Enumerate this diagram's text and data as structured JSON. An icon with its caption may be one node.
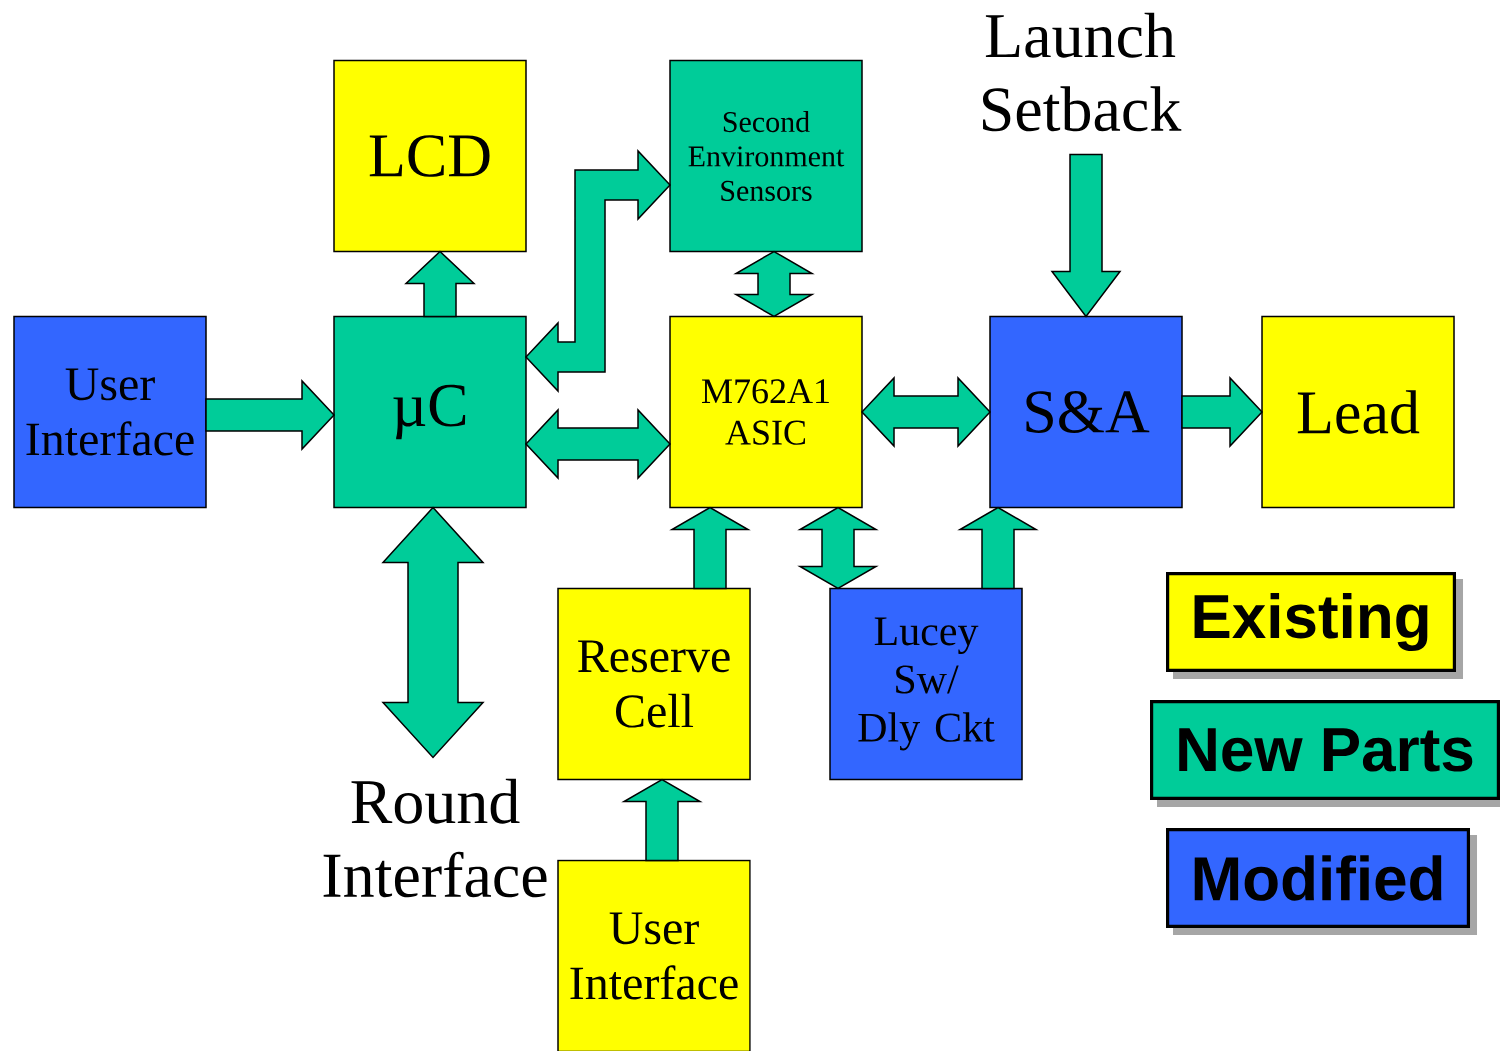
{
  "diagram": {
    "nodes": [
      {
        "text": [
          "User Interface"
        ]
      },
      {
        "text": [
          "µC"
        ]
      },
      {
        "text": [
          "LCD"
        ]
      },
      {
        "text": [
          "Second Environment Sensors"
        ]
      },
      {
        "text": [
          "M762A1 ASIC"
        ]
      },
      {
        "text": [
          "Launch Setback"
        ]
      },
      {
        "text": [
          "S&A"
        ]
      },
      {
        "text": [
          "Lead"
        ]
      },
      {
        "text": [
          "Round Interface"
        ]
      },
      {
        "text": [
          "Reserve Cell"
        ]
      },
      {
        "text": [
          "Lucey Sw/ Dly Ckt"
        ]
      },
      {
        "text": [
          "User Interface"
        ]
      }
    ],
    "edges": [
      {
        "from": 0,
        "to": 1,
        "arrow": "to"
      },
      {
        "from": 1,
        "to": 2,
        "arrow": "to"
      },
      {
        "from": 1,
        "to": 3,
        "arrow": "both"
      },
      {
        "from": 3,
        "to": 4,
        "arrow": "both"
      },
      {
        "from": 1,
        "to": 4,
        "arrow": "both"
      },
      {
        "from": 4,
        "to": 6,
        "arrow": "both"
      },
      {
        "from": 5,
        "to": 6,
        "arrow": "to"
      },
      {
        "from": 6,
        "to": 7,
        "arrow": "to"
      },
      {
        "from": 1,
        "to": 8,
        "arrow": "both"
      },
      {
        "from": 9,
        "to": 4,
        "arrow": "to"
      },
      {
        "from": 4,
        "to": 10,
        "arrow": "both"
      },
      {
        "from": 10,
        "to": 6,
        "arrow": "to"
      },
      {
        "from": 11,
        "to": 9,
        "arrow": "to"
      }
    ],
    "legend": [
      {
        "text": "Existing",
        "color": "#ffff00"
      },
      {
        "text": "New Parts",
        "color": "#00cc99"
      },
      {
        "text": "Modified",
        "color": "#3366ff"
      }
    ]
  }
}
